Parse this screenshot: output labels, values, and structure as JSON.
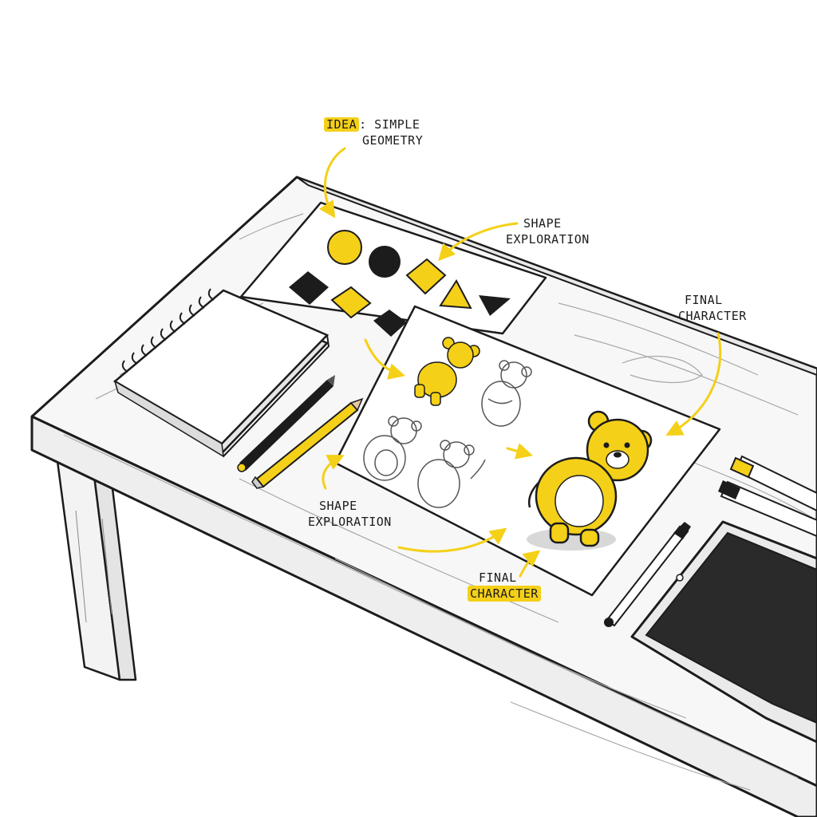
{
  "colors": {
    "accent": "#f4d019",
    "ink": "#1c1c1c",
    "paper": "#ffffff",
    "wood": "#f6f6f6"
  },
  "labels": {
    "idea": {
      "keyword": "IDEA",
      "rest": ": SIMPLE",
      "line2": "GEOMETRY"
    },
    "shape_top": {
      "line1": "SHAPE",
      "line2": "EXPLORATION"
    },
    "final_top": {
      "line1": "FINAL",
      "line2": "CHARACTER"
    },
    "shape_bottom": {
      "line1": "SHAPE",
      "line2": "EXPLORATION"
    },
    "final_bottom": {
      "line1": "FINAL",
      "line2": "CHARACTER"
    }
  },
  "icons": {
    "shapes": [
      "yellow-circle",
      "black-circle",
      "yellow-diamond",
      "yellow-triangle",
      "black-triangle",
      "black-square",
      "yellow-square",
      "black-diamond"
    ],
    "tools": [
      "pencil-icon",
      "pen-icon",
      "marker-icon",
      "tablet-icon",
      "spiral-notebook-icon"
    ]
  }
}
